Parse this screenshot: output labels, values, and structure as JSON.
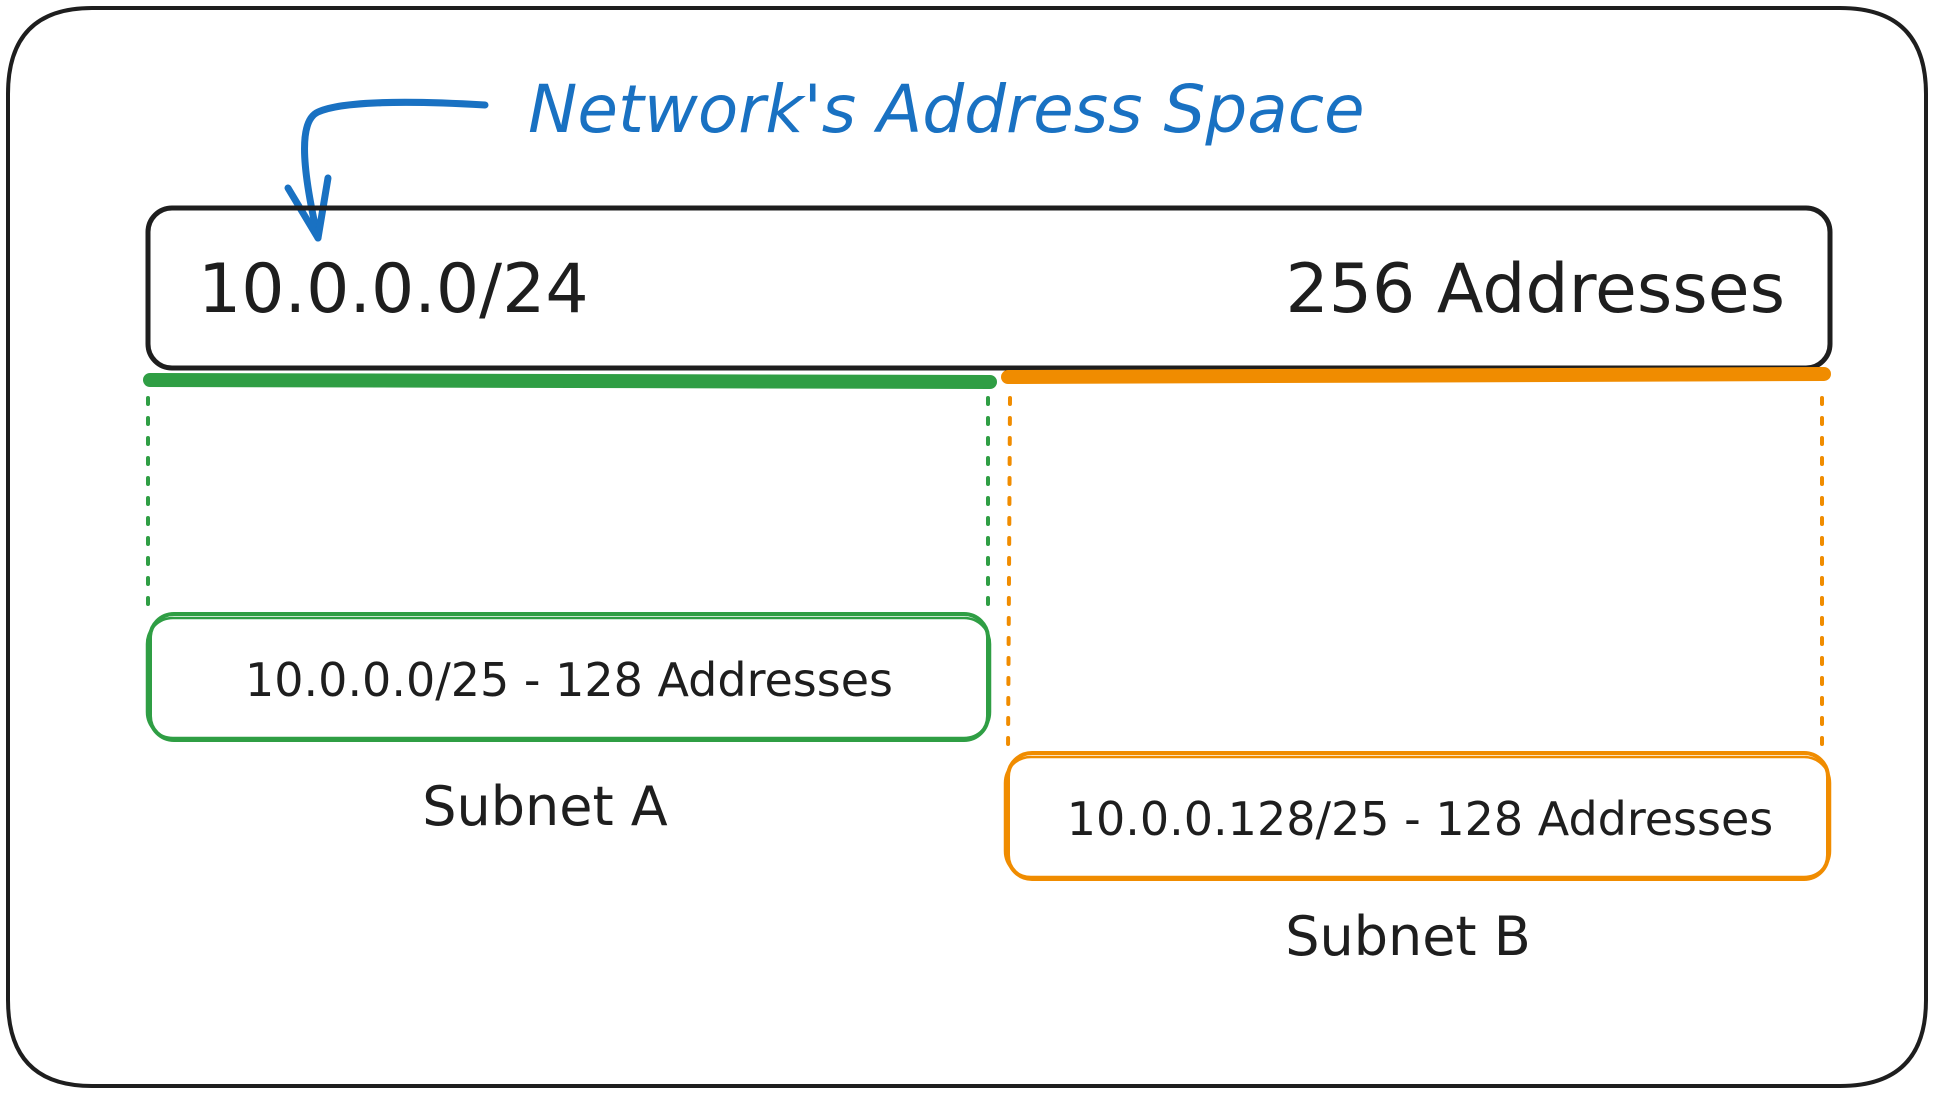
{
  "annotation": {
    "label": "Network's Address Space",
    "color": "#1971c2"
  },
  "network": {
    "cidr": "10.0.0.0/24",
    "size_label": "256 Addresses"
  },
  "subnets": [
    {
      "name": "Subnet A",
      "range_label": "10.0.0.0/25 - 128 Addresses",
      "color": "#2f9e44"
    },
    {
      "name": "Subnet B",
      "range_label": "10.0.0.128/25 - 128 Addresses",
      "color": "#f08c00"
    }
  ],
  "colors": {
    "stroke": "#1e1e1e",
    "background": "#ffffff"
  }
}
